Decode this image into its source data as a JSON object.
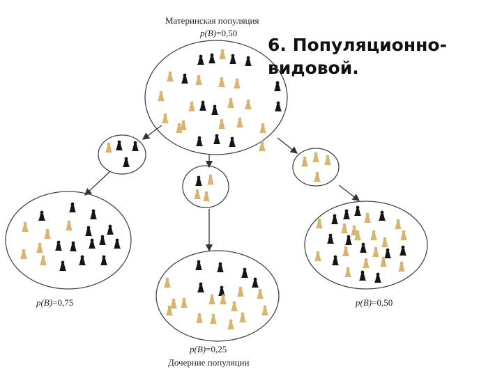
{
  "heading": {
    "line1": "6. Популяционно-",
    "line2": "видовой."
  },
  "labels": {
    "mother_title": "Материнская популяция",
    "daughter_title": "Дочерние популяции",
    "p_symbol": "p(B)",
    "p_mother": "=0,50",
    "p_left": "=0,75",
    "p_bottom": "=0,25",
    "p_right": "=0,50"
  },
  "colors": {
    "dark_pawn": "#151515",
    "light_pawn": "#d9b46a",
    "outline": "#444444",
    "arrow": "#333333"
  }
}
